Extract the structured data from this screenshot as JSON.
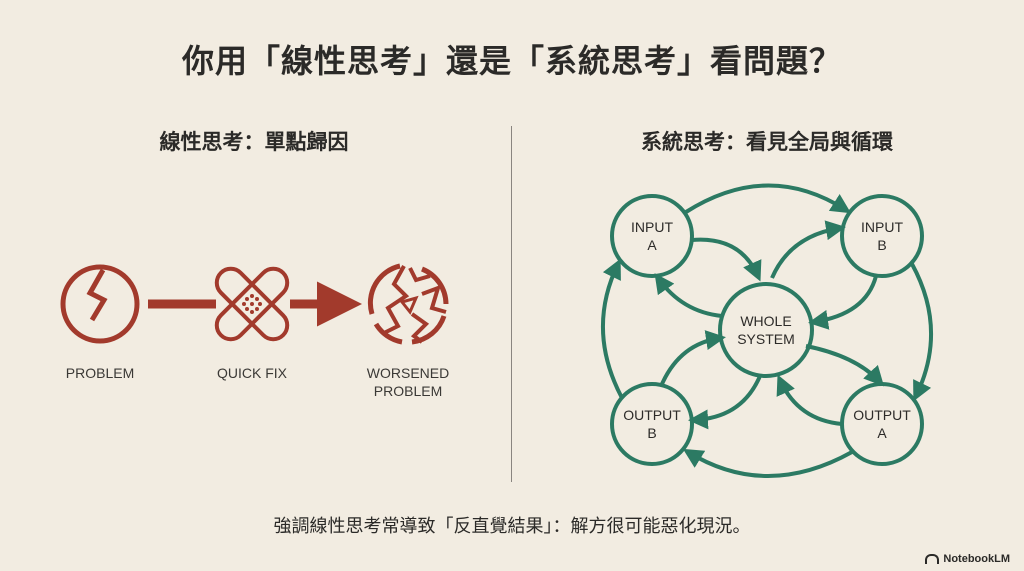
{
  "title": "你用「線性思考」還是「系統思考」看問題？",
  "linear": {
    "heading": "線性思考：單點歸因",
    "steps": [
      {
        "label": "PROBLEM",
        "icon": "broken-circle-icon"
      },
      {
        "label": "QUICK FIX",
        "icon": "bandage-icon"
      },
      {
        "label": "WORSENED\nPROBLEM",
        "icon": "shattered-circle-icon"
      }
    ],
    "color": "#a23a2c"
  },
  "systems": {
    "heading": "系統思考：看見全局與循環",
    "nodes": {
      "input_a": "INPUT\nA",
      "input_b": "INPUT\nB",
      "whole": "WHOLE\nSYSTEM",
      "output_b": "OUTPUT\nB",
      "output_a": "OUTPUT\nA"
    },
    "color": "#2c7a63"
  },
  "footer": "強調線性思考常導致「反直覺結果」：解方很可能惡化現況。",
  "brand": "NotebookLM"
}
